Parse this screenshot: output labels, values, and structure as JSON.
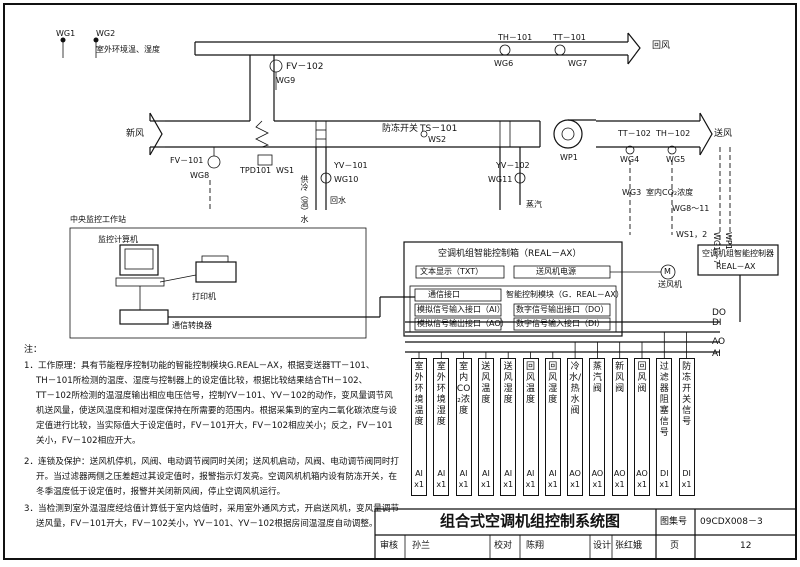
{
  "labels": {
    "wg1": "WG1",
    "wg2": "WG2",
    "outdoor_temp_humidity": "室外环境温、湿度",
    "th101_top": "TH－101",
    "tt101_top": "TT－101",
    "wg6": "WG6",
    "wg7": "WG7",
    "return_air": "回风",
    "fv102": "FV－102",
    "wg9": "WG9",
    "fresh_air": "新风",
    "antifreeze_switch": "防冻开关",
    "ts101": "TS－101",
    "ws2": "WS2",
    "wp1": "WP1",
    "tt102": "TT－102",
    "th102": "TH－102",
    "supply_air": "送风",
    "wg4": "WG4",
    "wg5": "WG5",
    "fv101": "FV－101",
    "wg8": "WG8",
    "tpd101": "TPD101",
    "ws1": "WS1",
    "chilled_water": "供冷（温）水",
    "yv101": "YV－101",
    "wg10": "WG10",
    "return_water": "回水",
    "yv102": "YV－102",
    "wg11": "WG11",
    "steam": "蒸汽",
    "wg3": "WG3",
    "co2_concentration": "室内CO₂浓度",
    "wg8_11": "WG8～11",
    "ws12": "WS1，2",
    "wg1_7": "WG1～7",
    "wp1_side": "WP1",
    "central_station": "中央监控工作站",
    "monitor_pc": "监控计算机",
    "printer": "打印机",
    "comm_converter": "通信转换器",
    "controller_box": "空调机组智能控制箱（REAL－AX）",
    "text_display": "文本显示（TXT）",
    "fan_power": "送风机电源",
    "fan_motor": "送风机",
    "comm_port": "通信接口",
    "smart_module": "智能控制模块（G．REAL－AX）",
    "ai_port": "模拟信号输入接口（AI）",
    "ao_port": "模拟信号输出接口（AO）",
    "do_port": "数字信号输出接口（DO）",
    "di_port": "数字信号输入接口（DI）",
    "right_controller_title": "空调机组智能控制器",
    "right_controller_model": "REAL－AX",
    "bus_do": "DO",
    "bus_di": "DI",
    "bus_ao": "AO",
    "bus_ai": "AI",
    "motor_m": "M"
  },
  "signals": [
    {
      "name": "室外环境温度",
      "type": "AI",
      "count": "x1"
    },
    {
      "name": "室外环境湿度",
      "type": "AI",
      "count": "x1"
    },
    {
      "name": "室内CO₂浓度",
      "type": "AI",
      "count": "x1"
    },
    {
      "name": "送风温度",
      "type": "AI",
      "count": "x1"
    },
    {
      "name": "送风湿度",
      "type": "AI",
      "count": "x1"
    },
    {
      "name": "回风温度",
      "type": "AI",
      "count": "x1"
    },
    {
      "name": "回风湿度",
      "type": "AI",
      "count": "x1"
    },
    {
      "name": "冷水/热水阀",
      "type": "AO",
      "count": "x1"
    },
    {
      "name": "蒸汽阀",
      "type": "AO",
      "count": "x1"
    },
    {
      "name": "新风阀",
      "type": "AO",
      "count": "x1"
    },
    {
      "name": "回风阀",
      "type": "AO",
      "count": "x1"
    },
    {
      "name": "过滤器阻塞信号",
      "type": "DI",
      "count": "x1"
    },
    {
      "name": "防冻开关信号",
      "type": "DI",
      "count": "x1"
    }
  ],
  "notes": {
    "heading": "注：",
    "lines": [
      "1．工作原理：具有节能程序控制功能的智能控制模块G.REAL－AX，根据变送器TT－101、",
      "TH－101所检测的温度、湿度与控制器上的设定值比较，根据比较结果结合TH－102、",
      "TT－102所检测的温湿度输出相应电压信号，控制YV－101、YV－102的动作，变风量调节风",
      "机送风量，使送风温度和相对湿度保持在所需要的范围内。根据采集到的室内二氧化碳浓度与设",
      "定值进行比较，当实际值大于设定值时，FV－101开大，FV－102相应关小；反之，FV－101",
      "关小，FV－102相应开大。",
      "2．连锁及保护：送风机停机，风阀、电动调节阀同时关闭；送风机启动，风阀、电动调节阀同时打",
      "开。当过滤器两侧之压差超过其设定值时，报警指示灯发亮。空调风机机箱内设有防冻开关，在",
      "冬季温度低于设定值时，报警并关闭新风阀，停止空调风机运行。",
      "3．当检测到室外温湿度经焓值计算低于室内焓值时，采用室外通风方式，开启送风机，变风量调节",
      "送风量，FV－101开大，FV－102关小，YV－101、YV－102根据房间温湿度自动调整。"
    ]
  },
  "title_block": {
    "title": "组合式空调机组控制系统图",
    "atlas_label": "图集号",
    "atlas_no": "09CDX008－3",
    "review_label": "审核",
    "reviewer": "孙兰",
    "check_label": "校对",
    "checker": "陈翔",
    "design_label": "设计",
    "designer": "张红娥",
    "page_label": "页",
    "page_no": "12"
  }
}
